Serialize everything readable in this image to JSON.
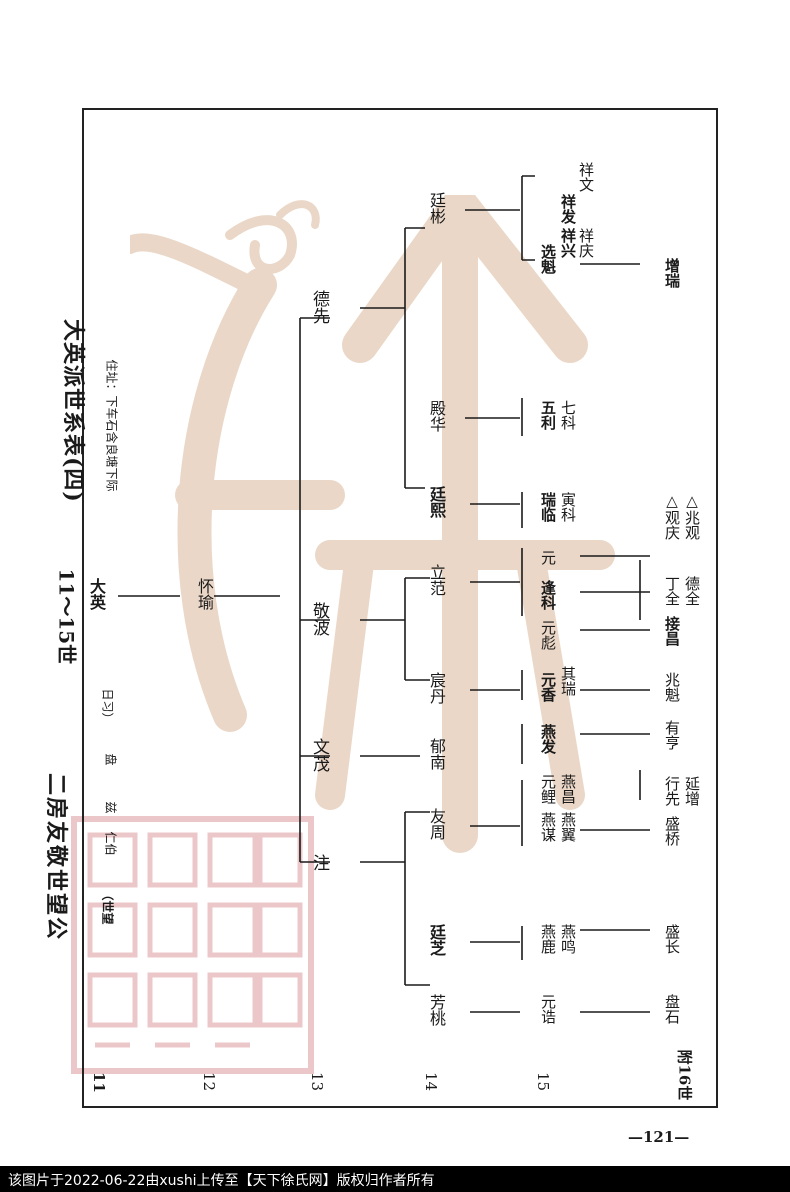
{
  "doc": {
    "title_left": "二房友敬世望公",
    "title_mid": "11～15世",
    "title_right": "大英派世系表(四)",
    "residence": "住址：下车石含良塘下际",
    "page_number": "—121—",
    "footer": "该图片于2022-06-22由xushi上传至【天下徐氏网】版权归作者所有"
  },
  "generations": [
    "11",
    "12",
    "13",
    "14",
    "15",
    "附16世"
  ],
  "note_line": {
    "part1": "（世望",
    "part2": "仁伯",
    "part3": "兹",
    "part4": "盘",
    "part5": "日习）"
  },
  "names": {
    "g11": "大英",
    "g12": "怀瑜",
    "g13_a": "敬波",
    "g13_b": "文茂",
    "g13_c": "注",
    "g13_d": "德先",
    "g14_a": "廷彬",
    "g14_b": "殿华",
    "g14_c": "廷熙",
    "g14_d": "立范",
    "g14_e": "宸丹",
    "g14_f": "郁南",
    "g14_g": "友周",
    "g14_h": "廷芝",
    "g14_i": "芳桃",
    "g15_a": "选魁",
    "g15_b": "祥兴",
    "g15_c": "祥发",
    "g15_d": "祥庆",
    "g15_e": "祥文",
    "g15_f": "五利",
    "g15_g": "七科",
    "g15_h": "瑞临",
    "g15_i": "寅科",
    "g15_j": "元",
    "g15_k": "逢科",
    "g15_l": "元彪",
    "g15_m": "元香",
    "g15_n": "其瑞",
    "g15_o": "燕发",
    "g15_p": "元鲤",
    "g15_q": "燕昌",
    "g15_r": "燕谋",
    "g15_s": "燕翼",
    "g15_t": "燕鹿",
    "g15_u": "燕鸣",
    "g15_v": "元诰",
    "g16_a": "增瑞",
    "g16_b": "△观庆",
    "g16_c": "△兆观",
    "g16_d": "丁全",
    "g16_e": "德全",
    "g16_f": "接昌",
    "g16_g": "兆魁",
    "g16_h": "有亨",
    "g16_i": "行先",
    "g16_j": "延增",
    "g16_k": "盛桥",
    "g16_l": "盛长",
    "g16_m": "盘石"
  }
}
